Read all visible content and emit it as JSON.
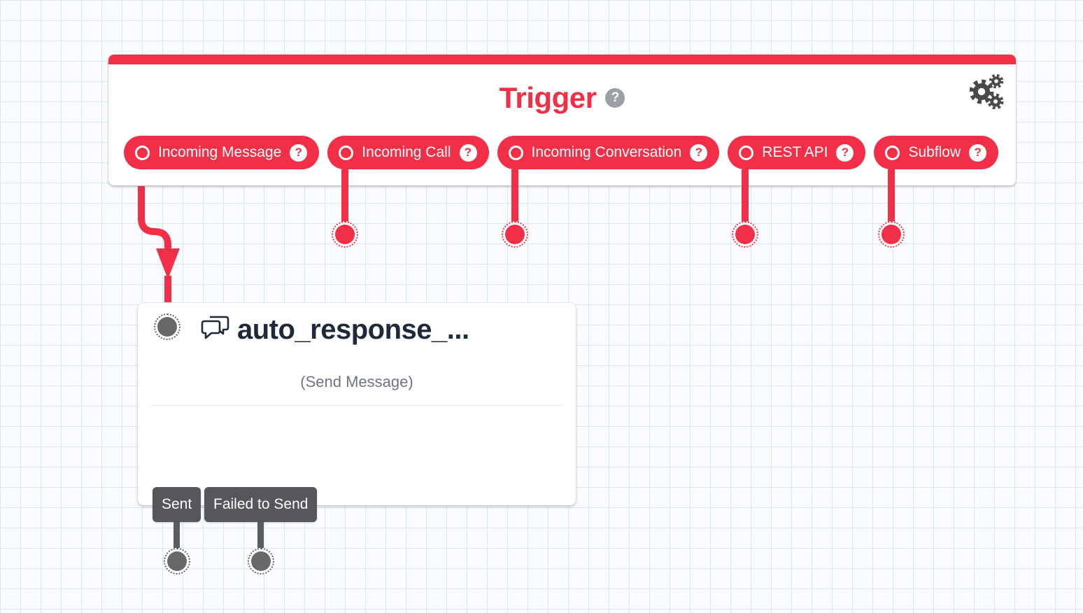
{
  "colors": {
    "accent_red": "#f22f46",
    "title_dark": "#1e2a3a",
    "muted_gray": "#6f7580",
    "badge_gray": "#56575a",
    "connector_gray": "#66686a",
    "help_gray": "#9aa0a6",
    "grid_blue": "#d9e6f6"
  },
  "icons": {
    "help_glyph": "?"
  },
  "trigger": {
    "title": "Trigger",
    "pills": [
      {
        "label": "Incoming Message"
      },
      {
        "label": "Incoming Call"
      },
      {
        "label": "Incoming Conversation"
      },
      {
        "label": "REST API"
      },
      {
        "label": "Subflow"
      }
    ]
  },
  "widget": {
    "title": "auto_response_...",
    "subtitle": "(Send Message)",
    "outputs": [
      {
        "label": "Sent"
      },
      {
        "label": "Failed to Send"
      }
    ]
  }
}
